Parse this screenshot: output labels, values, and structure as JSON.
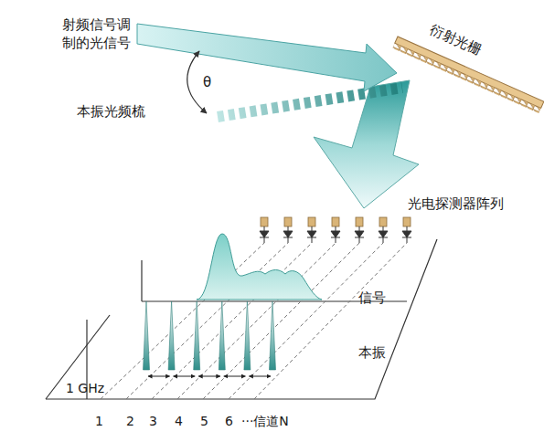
{
  "diagram": {
    "labels": [
      "射频信号调 制的光信号",
      "θ",
      "本振光频梳",
      "衍射光栅",
      "光电探测器阵列",
      "信号",
      "本振",
      "1 GHz",
      "1",
      "2",
      "3",
      "4",
      "5",
      "6",
      "···信道N"
    ]
  }
}
